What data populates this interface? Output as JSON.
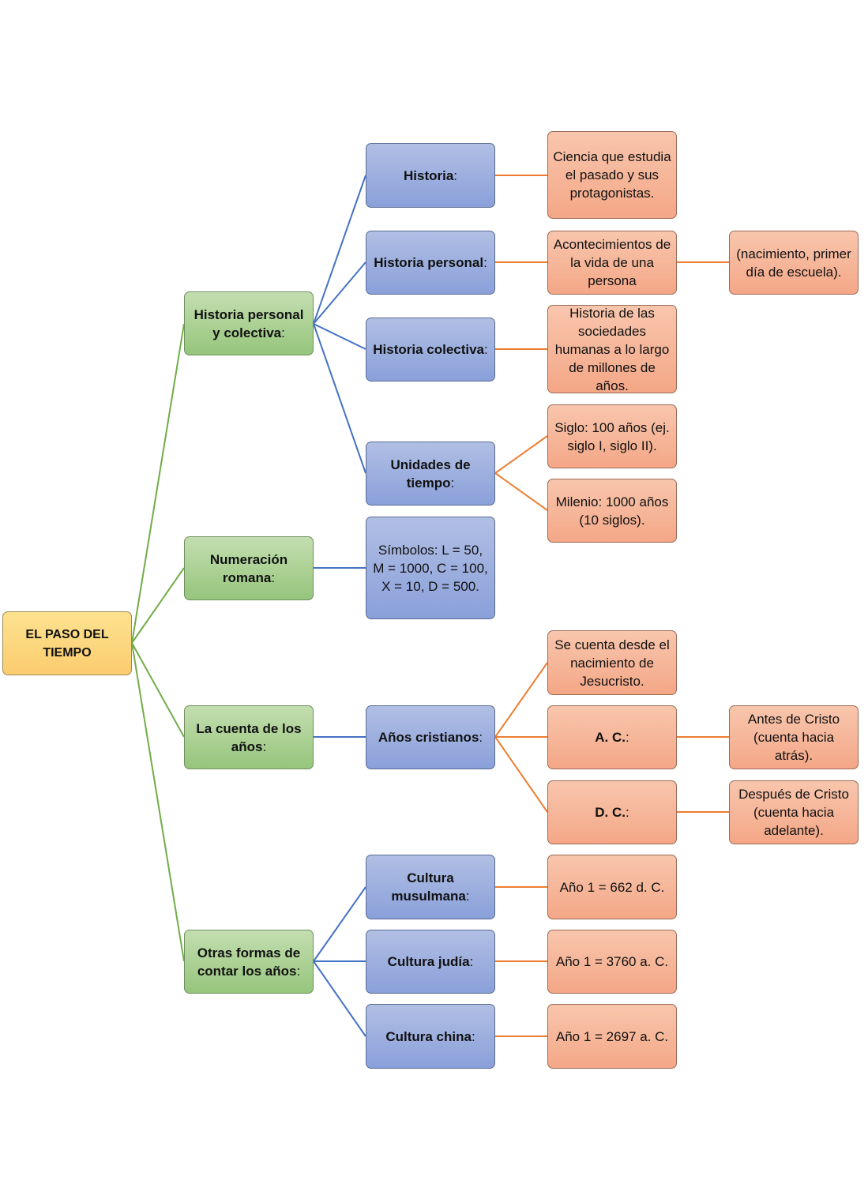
{
  "colors": {
    "root": "#fdd67f",
    "level1": "#a9d18e",
    "level2": "#8faadc",
    "level3": "#f4b183",
    "line_green": "#70ad47",
    "line_blue": "#4472c4",
    "line_orange": "#ed7d31"
  },
  "nodes": {
    "root": {
      "title": "EL PASO DEL TIEMPO",
      "suffix": ""
    },
    "historia_personal_colectiva": {
      "title": "Historia personal y colectiva",
      "suffix": ":"
    },
    "numeracion_romana": {
      "title": "Numeración romana",
      "suffix": ":"
    },
    "cuenta_anos": {
      "title": "La cuenta de los años",
      "suffix": ":"
    },
    "otras_formas": {
      "title": "Otras formas de contar los años",
      "suffix": ":"
    },
    "historia": {
      "title": "Historia",
      "suffix": ":"
    },
    "historia_personal": {
      "title": "Historia personal",
      "suffix": ":"
    },
    "historia_colectiva": {
      "title": "Historia colectiva",
      "suffix": ":"
    },
    "unidades_tiempo": {
      "title": "Unidades de tiempo",
      "suffix": ":"
    },
    "simbolos": {
      "text": "Símbolos: L = 50, M = 1000, C = 100, X = 10, D = 500."
    },
    "anos_cristianos": {
      "title": "Años cristianos",
      "suffix": ":"
    },
    "cultura_musulmana": {
      "title": "Cultura musulmana",
      "suffix": ":"
    },
    "cultura_judia": {
      "title": "Cultura judía",
      "suffix": ":"
    },
    "cultura_china": {
      "title": "Cultura china",
      "suffix": ":"
    },
    "def_historia": {
      "text": "Ciencia que estudia el pasado y sus protagonistas."
    },
    "def_personal": {
      "text": "Acontecimientos de la vida de una persona"
    },
    "ej_personal": {
      "text": "(nacimiento, primer día de escuela)."
    },
    "def_colectiva": {
      "text": "Historia de las sociedades humanas a lo largo de millones de años."
    },
    "siglo": {
      "text": "Siglo: 100 años (ej. siglo I, siglo II)."
    },
    "milenio": {
      "text": "Milenio: 1000 años (10 siglos)."
    },
    "se_cuenta": {
      "text": "Se cuenta desde el nacimiento de Jesucristo."
    },
    "ac": {
      "title": "A. C.",
      "suffix": ":"
    },
    "dc": {
      "title": "D. C.",
      "suffix": ":"
    },
    "antes_cristo": {
      "text": "Antes de Cristo (cuenta hacia atrás)."
    },
    "despues_cristo": {
      "text": "Después de Cristo (cuenta hacia adelante)."
    },
    "ano_musulmana": {
      "text": "Año 1 = 662 d. C."
    },
    "ano_judia": {
      "text": "Año 1 = 3760 a. C."
    },
    "ano_china": {
      "text": "Año 1 = 2697 a. C."
    }
  }
}
